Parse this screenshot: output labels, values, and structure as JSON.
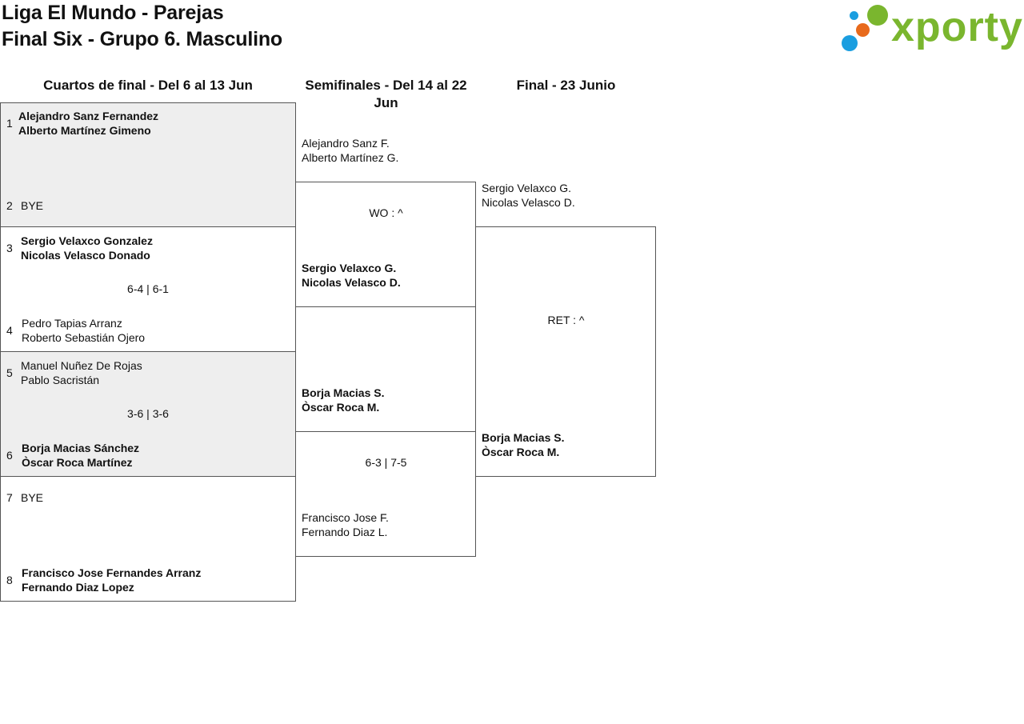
{
  "header": {
    "title_line1": "Liga El Mundo - Parejas",
    "title_line2": "Final Six - Grupo 6. Masculino",
    "logo_text": "xporty"
  },
  "colors": {
    "logo_green": "#7ab62e",
    "logo_blue": "#1a9ee0",
    "logo_orange": "#e86a1c",
    "shaded_row": "#eeeeee"
  },
  "rounds": {
    "quarterfinals": "Cuartos de final - Del 6 al 13 Jun",
    "semifinals": "Semifinales - Del 14 al 22 Jun",
    "final": "Final - 23 Junio"
  },
  "quarterfinals": [
    {
      "seed": "1",
      "p1": "Alejandro Sanz Fernandez",
      "p2": "Alberto Martínez Gimeno"
    },
    {
      "seed": "2",
      "p1": "BYE",
      "p2": ""
    },
    {
      "seed": "3",
      "p1": "Sergio Velaxco Gonzalez",
      "p2": "Nicolas Velasco Donado"
    },
    {
      "seed": "4",
      "p1": "Pedro Tapias Arranz",
      "p2": "Roberto Sebastián Ojero"
    },
    {
      "seed": "5",
      "p1": "Manuel Nuñez De Rojas",
      "p2": "Pablo Sacristán"
    },
    {
      "seed": "6",
      "p1": "Borja Macias Sánchez",
      "p2": "Òscar Roca Martínez"
    },
    {
      "seed": "7",
      "p1": "BYE",
      "p2": ""
    },
    {
      "seed": "8",
      "p1": "Francisco Jose Fernandes Arranz",
      "p2": "Fernando Diaz Lopez"
    }
  ],
  "qf_scores": [
    "",
    "6-4 | 6-1",
    "3-6 | 3-6",
    ""
  ],
  "semifinals": [
    {
      "p1": "Alejandro Sanz F.",
      "p2": "Alberto Martínez G."
    },
    {
      "p1": "Sergio Velaxco G.",
      "p2": "Nicolas Velasco D."
    },
    {
      "p1": "Borja Macias S.",
      "p2": "Òscar Roca M."
    },
    {
      "p1": "Francisco Jose F.",
      "p2": "Fernando Diaz L."
    }
  ],
  "sf_scores": [
    "WO : ^",
    "6-3 | 7-5"
  ],
  "final": [
    {
      "p1": "Sergio Velaxco G.",
      "p2": "Nicolas Velasco D."
    },
    {
      "p1": "Borja Macias S.",
      "p2": "Òscar Roca M."
    }
  ],
  "final_score": "RET : ^"
}
